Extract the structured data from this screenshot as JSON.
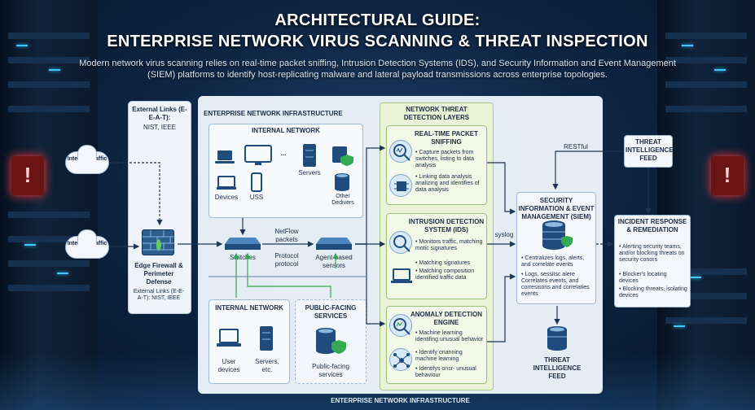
{
  "header": {
    "title_line1": "ARCHITECTURAL GUIDE:",
    "title_line2": "ENTERPRISE NETWORK VIRUS SCANNING & THREAT INSPECTION",
    "subtitle": "Modern network virus scanning relies on real-time packet sniffing, Intrusion Detection Systems (IDS), and Security Information and Event Management (SIEM) platforms to identify host-replicating malware and lateral payload transmissions across enterprise topologies."
  },
  "external": {
    "title": "External Links (E-E-A-T):",
    "sources": "NIST, IEEE",
    "cloud1": "Internet Traffic",
    "cloud2": "Internet Traffic",
    "firewall_label": "Edge Firewall & Perimeter Defense",
    "firewall_sub": "External Links (E-E-A-T): NIST, IEEE"
  },
  "infra": {
    "title": "ENTERPRISE NETWORK INFRASTRUCTURE",
    "bottom_caption": "ENTERPRISE NETWORK INFRASTRUCTURE",
    "internal_top": {
      "title": "INTERNAL NETWORK",
      "devices": "Devices",
      "uss": "USS",
      "servers": "Servers",
      "other": "Other Dedivers",
      "ellipsis": "..."
    },
    "switches": "Switches",
    "netflow": "NetFlow packets",
    "protocol": "Protocol protocol",
    "agent_sensors": "Agent-based sensors",
    "internal_bottom": {
      "title": "INTERNAL NETWORK",
      "user_devices": "User devices",
      "servers": "Servers, etc."
    },
    "public": {
      "title": "PUBLIC-FACING SERVICES",
      "label": "Public-facing services"
    }
  },
  "detection": {
    "title": "NETWORK THREAT DETECTION LAYERS",
    "sniffing": {
      "title": "REAL-TIME PACKET SNIFFING",
      "b1": "• Capture packets from switches, listing to data analysis",
      "b2": "• Linking data analysis analizing and identifies of data analysis"
    },
    "ids": {
      "title": "INTRUSION DETECTION SYSTEM (IDS)",
      "b1": "• Monitors traffic, matching motic signatures",
      "b2": "• Matching signatures",
      "b3": "• Matching composition identified traffic data"
    },
    "anomaly": {
      "title": "ANOMALY DETECTION ENGINE",
      "b1": "• Machine learning identifing unusual behavior",
      "b2": "• Identify onanning machine learning",
      "b3": "• Identifys onsr- unusual behaviour"
    }
  },
  "siem": {
    "restful": "RESTful",
    "syslog": "syslog",
    "title": "SECURITY INFORMATION & EVENT MANAGEMENT (SIEM)",
    "b1": "• Centralizes logs, alerts, and correlate events",
    "b2": "• Logs, sessitsc alere Correlates events, and corresisons and correlaties events"
  },
  "feeds": {
    "ti_top": "THREAT INTELLIGENCE FEED",
    "ti_bottom": "THREAT INTELLIGENCE FEED"
  },
  "incident": {
    "title": "INCIDENT RESPONSE & REMEDIATION",
    "b1": "• Alerting security teams, and/or blocking threats on security conors",
    "b2": "• Blocker's locating devices",
    "b3": "• Blocking threats, isolating devices"
  },
  "colors": {
    "accent_blue": "#1f4c7c",
    "detect_green": "#9cbf7a",
    "alert_red": "#d94545",
    "shield_green": "#35a853"
  }
}
